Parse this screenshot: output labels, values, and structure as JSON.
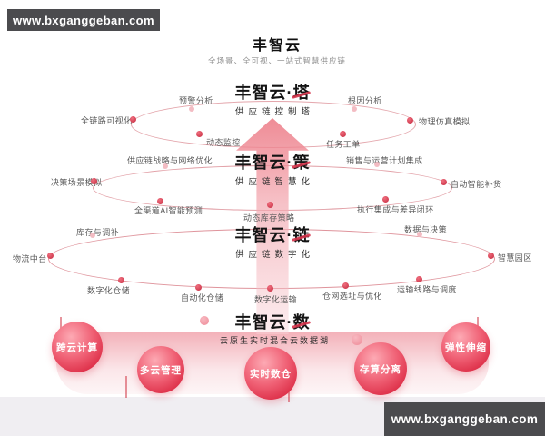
{
  "watermarks": {
    "top_left": "www.bxganggeban.com",
    "bottom_right": "www.bxganggeban.com"
  },
  "header": {
    "title": "丰智云",
    "subtitle": "全场景、全可视、一站式智慧供应链"
  },
  "tiers": [
    {
      "name_prefix": "丰智云·",
      "name_char": "塔",
      "subtitle": "供应链控制塔",
      "labels": [
        "预警分析",
        "全链路可视化",
        "动态监控",
        "根因分析",
        "物理仿真模拟",
        "任务工单"
      ]
    },
    {
      "name_prefix": "丰智云·",
      "name_char": "策",
      "subtitle": "供应链智慧化",
      "labels": [
        "供应链战略与网络优化",
        "决策场景模拟",
        "全渠道AI智能预测",
        "动态库存策略",
        "销售与运营计划集成",
        "自动智能补货",
        "执行集成与差异闭环"
      ]
    },
    {
      "name_prefix": "丰智云·",
      "name_char": "链",
      "subtitle": "供应链数字化",
      "labels": [
        "库存与调补",
        "物流中台",
        "数字化仓储",
        "自动化仓储",
        "数字化运输",
        "仓网选址与优化",
        "运输线路与调度",
        "数据与决策",
        "智慧园区"
      ]
    },
    {
      "name_prefix": "丰智云·",
      "name_char": "数",
      "subtitle": "云原生实时混合云数据湖",
      "balls": [
        "跨云计算",
        "多云管理",
        "实时数仓",
        "存算分离",
        "弹性伸缩"
      ]
    }
  ],
  "colors": {
    "accent": "#d5334a",
    "ball_red": "#dd2f48",
    "watermark_bg": "#4b4b4e",
    "platform_pink": "#f09ea8"
  }
}
